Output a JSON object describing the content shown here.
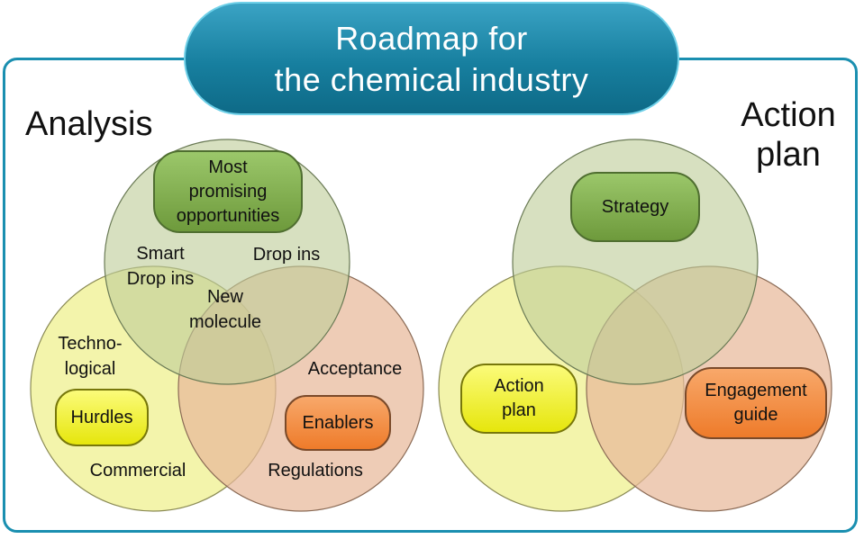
{
  "banner": {
    "line1": "Roadmap for",
    "line2": "the chemical industry"
  },
  "analysis": {
    "heading": "Analysis",
    "pills": {
      "opportunities": [
        "Most",
        "promising",
        "opportunities"
      ],
      "hurdles": "Hurdles",
      "enablers": "Enablers"
    },
    "labels": {
      "smart_drop_ins": [
        "Smart",
        "Drop ins"
      ],
      "drop_ins": "Drop ins",
      "new_molecule": [
        "New",
        "molecule"
      ],
      "technological": [
        "Techno-",
        "logical"
      ],
      "acceptance": "Acceptance",
      "commercial": "Commercial",
      "regulations": "Regulations"
    }
  },
  "action": {
    "heading": [
      "Action",
      "plan"
    ],
    "pills": {
      "strategy": "Strategy",
      "action_plan": [
        "Action",
        "plan"
      ],
      "engagement_guide": [
        "Engagement",
        "guide"
      ]
    }
  },
  "colors": {
    "frame": "#1a8fb0",
    "banner": "#177f9f",
    "circle_green": "#c8d4a8",
    "circle_yellow": "#eef08a",
    "circle_orange": "#e8b89a",
    "pill_green": "#7aa64a",
    "pill_yellow": "#f0f020",
    "pill_orange": "#f08c3c"
  }
}
